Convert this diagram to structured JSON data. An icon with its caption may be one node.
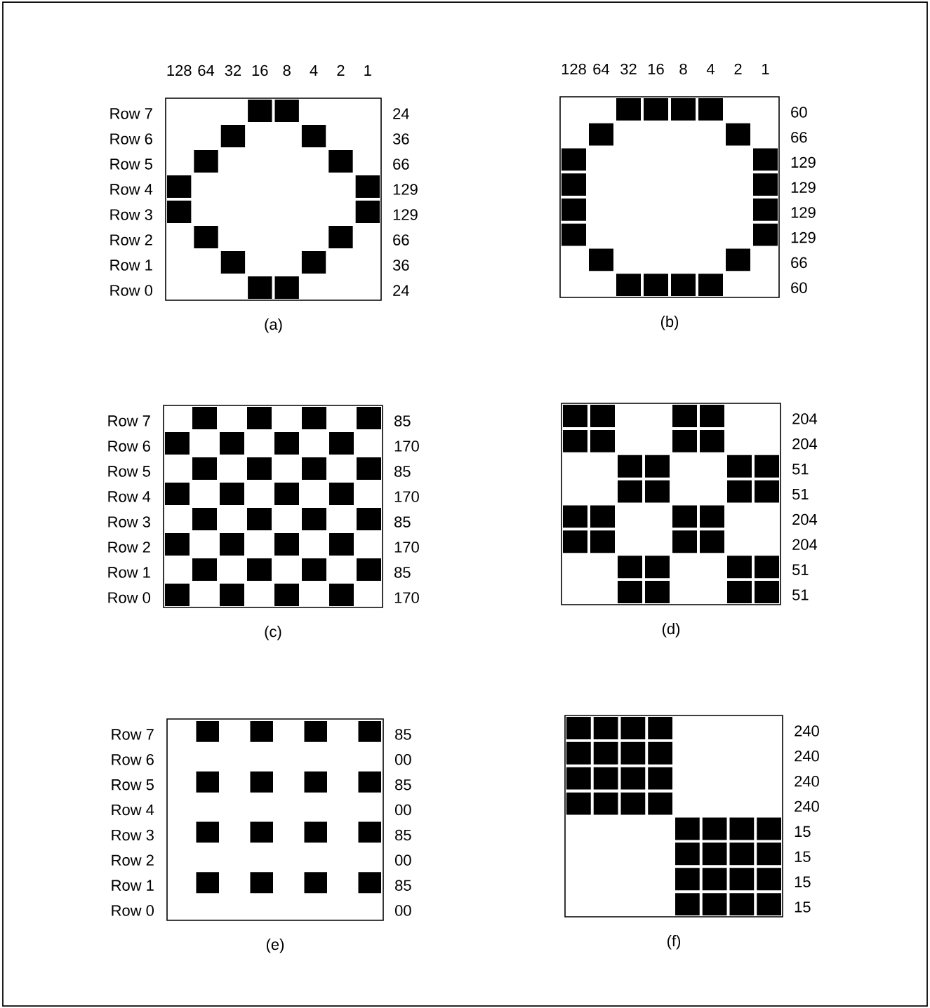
{
  "diagram": {
    "labels": [
      "128",
      "64",
      "32",
      "16",
      "8",
      "4",
      "2",
      "1",
      "Row 7",
      "24",
      "Row 6",
      "36",
      "Row 5",
      "66",
      "Row 4",
      "129",
      "Row 3",
      "129",
      "Row 2",
      "66",
      "Row 1",
      "36",
      "Row 0",
      "24",
      "(a)",
      "128",
      "64",
      "32",
      "16",
      "8",
      "4",
      "2",
      "1",
      "60",
      "66",
      "129",
      "129",
      "129",
      "129",
      "66",
      "60",
      "(b)",
      "Row 7",
      "85",
      "Row 6",
      "170",
      "Row 5",
      "85",
      "Row 4",
      "170",
      "Row 3",
      "85",
      "Row 2",
      "170",
      "Row 1",
      "85",
      "Row 0",
      "170",
      "(c)",
      "204",
      "204",
      "51",
      "51",
      "204",
      "204",
      "51",
      "51",
      "(d)",
      "Row 7",
      "85",
      "Row 6",
      "00",
      "Row 5",
      "85",
      "Row 4",
      "00",
      "Row 3",
      "85",
      "Row 2",
      "00",
      "Row 1",
      "85",
      "Row 0",
      "00",
      "(e)",
      "240",
      "240",
      "240",
      "240",
      "15",
      "15",
      "15",
      "15",
      "(f)"
    ]
  }
}
